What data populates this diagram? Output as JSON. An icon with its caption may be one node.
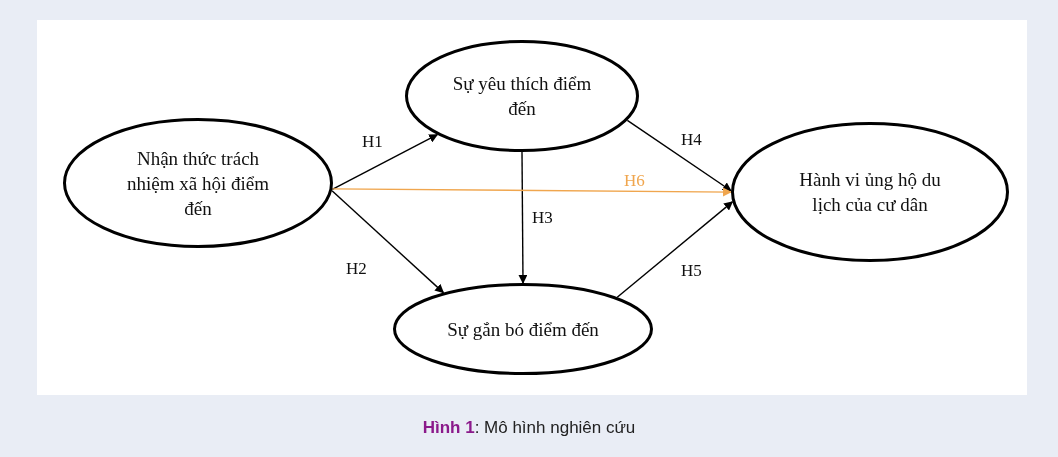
{
  "diagram": {
    "caption": "**Hình 1**: Mô hình nghiên cứu",
    "nodes": [
      {
        "text": [
          "Nhận thức trách nhiệm xã hội điểm đến"
        ]
      },
      {
        "text": [
          "Sự yêu thích điểm đến"
        ]
      },
      {
        "text": [
          "Hành vi ủng hộ du lịch của cư dân"
        ]
      },
      {
        "text": [
          "Sự gắn bó điểm đến"
        ]
      }
    ],
    "edges": [
      {
        "from": 0,
        "to": 1,
        "arrow": "to",
        "label": "H1"
      },
      {
        "from": 0,
        "to": 3,
        "arrow": "to",
        "label": "H2"
      },
      {
        "from": 1,
        "to": 3,
        "arrow": "to",
        "label": "H3"
      },
      {
        "from": 1,
        "to": 2,
        "arrow": "to",
        "label": "H4"
      },
      {
        "from": 3,
        "to": 2,
        "arrow": "to",
        "label": "H5"
      },
      {
        "from": 0,
        "to": 2,
        "arrow": "to",
        "label": "H6",
        "color": "#f0a64e"
      }
    ]
  }
}
